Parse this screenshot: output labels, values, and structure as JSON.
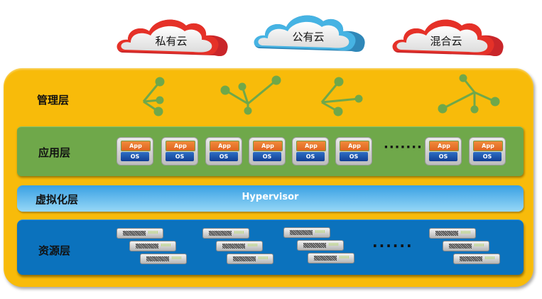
{
  "clouds": [
    {
      "label": "私有云",
      "color": "red"
    },
    {
      "label": "公有云",
      "color": "blue"
    },
    {
      "label": "混合云",
      "color": "red"
    }
  ],
  "colors": {
    "frame": "#f8bb0a",
    "management_nodes": "#6fa84a",
    "application_layer": "#6fa84a",
    "virtualization_layer": "#5fb8ee",
    "resource_layer": "#0b72bd",
    "cloud_red": "#e0282a",
    "cloud_blue": "#3aa6d6"
  },
  "layers": {
    "management": {
      "title": "管理层",
      "icons": [
        "network-node-icon",
        "network-node-icon",
        "network-node-icon",
        "network-node-icon"
      ]
    },
    "application": {
      "title": "应用层",
      "vm_app_label": "App",
      "vm_os_label": "OS",
      "ellipsis": "·······",
      "vm_count_left": 6,
      "vm_count_right": 2
    },
    "virtualization": {
      "title": "虚拟化层",
      "label": "Hypervisor"
    },
    "resource": {
      "title": "资源层",
      "ellipsis": "······",
      "server_groups": 4,
      "servers_per_group": 3
    }
  }
}
